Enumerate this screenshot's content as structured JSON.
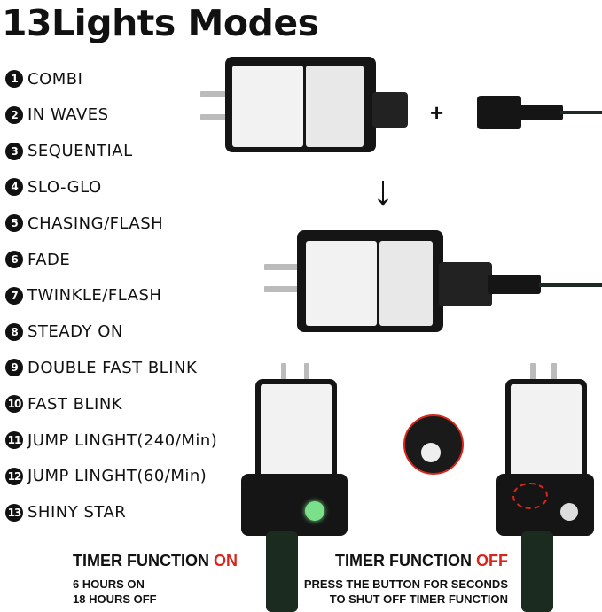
{
  "title": "13Lights Modes",
  "modes": [
    {
      "n": "1",
      "label": "COMBI"
    },
    {
      "n": "2",
      "label": "IN WAVES"
    },
    {
      "n": "3",
      "label": "SEQUENTIAL"
    },
    {
      "n": "4",
      "label": "SLO-GLO"
    },
    {
      "n": "5",
      "label": "CHASING/FLASH"
    },
    {
      "n": "6",
      "label": "FADE"
    },
    {
      "n": "7",
      "label": "TWINKLE/FLASH"
    },
    {
      "n": "8",
      "label": "STEADY ON"
    },
    {
      "n": "9",
      "label": "DOUBLE FAST BLINK"
    },
    {
      "n": "10",
      "label": "FAST BLINK"
    },
    {
      "n": "11",
      "label": "JUMP LINGHT(240/Min)"
    },
    {
      "n": "12",
      "label": "JUMP LINGHT(60/Min)"
    },
    {
      "n": "13",
      "label": "SHINY STAR"
    }
  ],
  "plus": "+",
  "arrow": "↓",
  "timer_on": {
    "prefix": "TIMER FUNCTION ",
    "state": "ON",
    "line1": "6 HOURS ON",
    "line2": "18 HOURS OFF"
  },
  "timer_off": {
    "prefix": "TIMER FUNCTION ",
    "state": "OFF",
    "line1": "PRESS THE BUTTON FOR SECONDS",
    "line2": "TO SHUT OFF TIMER FUNCTION"
  },
  "colors": {
    "accent": "#d8261c",
    "led_green": "#7be08a"
  }
}
